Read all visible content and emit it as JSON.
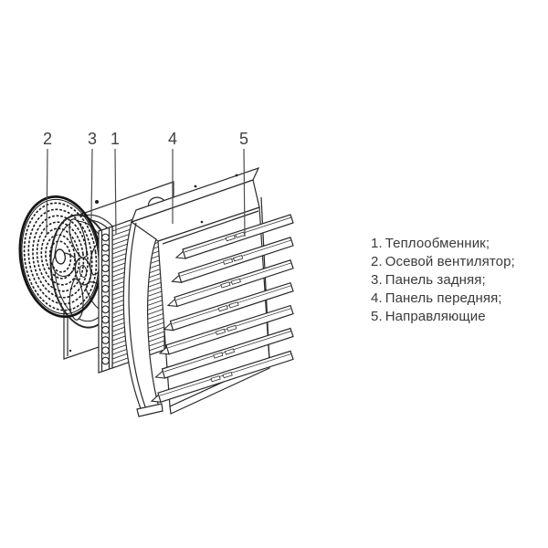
{
  "diagram": {
    "callouts": [
      {
        "number": "2"
      },
      {
        "number": "3"
      },
      {
        "number": "1"
      },
      {
        "number": "4"
      },
      {
        "number": "5"
      }
    ]
  },
  "legend": {
    "items": [
      {
        "marker": "1.",
        "label": "Теплообменник;"
      },
      {
        "marker": "2.",
        "label": "Осевой вентилятор;"
      },
      {
        "marker": "3.",
        "label": "Панель задняя;"
      },
      {
        "marker": "4.",
        "label": "Панель передняя;"
      },
      {
        "marker": "5.",
        "label": "Направляющие"
      }
    ]
  },
  "colors": {
    "line": "#2a2a2a",
    "leader_line": "#4d4d4d",
    "text": "#3a3a3a",
    "background": "#ffffff"
  }
}
